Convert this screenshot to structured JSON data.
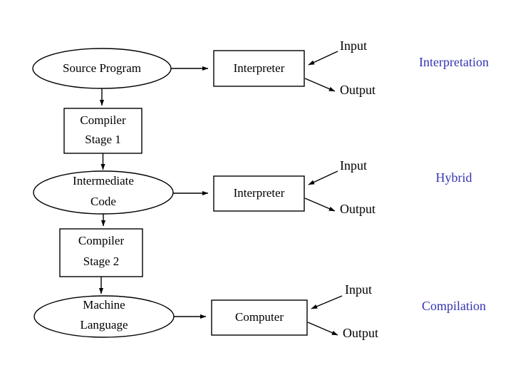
{
  "diagram": {
    "title": "Interpretation, Hybrid and Compilation language implementation methods",
    "background_color": "#ffffff",
    "stroke_color": "#000000",
    "category_color": "#3333b2"
  },
  "nodes": {
    "source_program": {
      "label": "Source Program",
      "shape": "ellipse"
    },
    "compiler_stage_1_line1": {
      "label": "Compiler"
    },
    "compiler_stage_1_line2": {
      "label": "Stage 1"
    },
    "intermediate_code_line1": {
      "label": "Intermediate"
    },
    "intermediate_code_line2": {
      "label": "Code"
    },
    "compiler_stage_2_line1": {
      "label": "Compiler"
    },
    "compiler_stage_2_line2": {
      "label": "Stage 2"
    },
    "machine_language_line1": {
      "label": "Machine"
    },
    "machine_language_line2": {
      "label": "Language"
    },
    "interpreter_top": {
      "label": "Interpreter",
      "shape": "rect"
    },
    "interpreter_middle": {
      "label": "Interpreter",
      "shape": "rect"
    },
    "computer": {
      "label": "Computer",
      "shape": "rect"
    }
  },
  "io_labels": {
    "row1_input": "Input",
    "row1_output": "Output",
    "row2_input": "Input",
    "row2_output": "Output",
    "row3_input": "Input",
    "row3_output": "Output"
  },
  "categories": {
    "interpretation": "Interpretation",
    "hybrid": "Hybrid",
    "compilation": "Compilation"
  }
}
